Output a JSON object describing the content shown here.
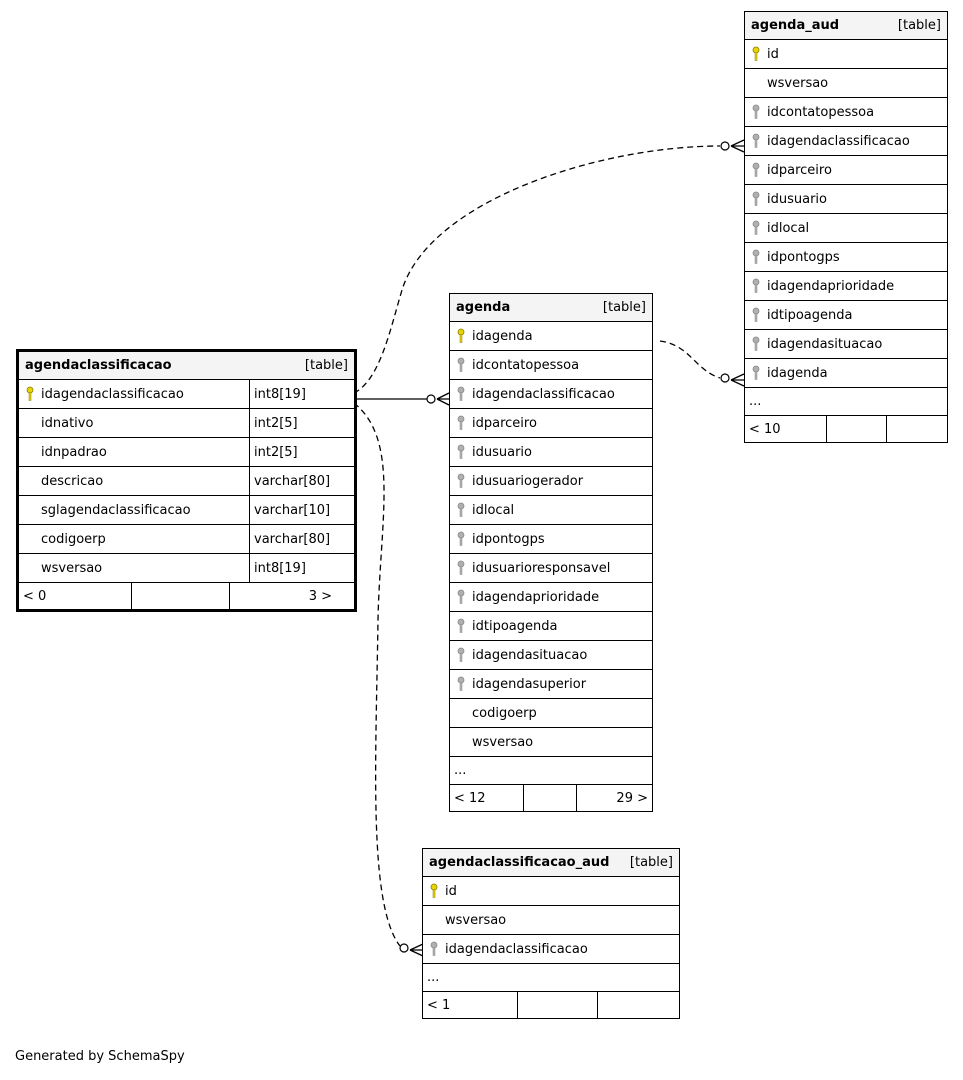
{
  "tables": {
    "agendaclassificacao": {
      "name": "agendaclassificacao",
      "type_label": "[table]",
      "columns": [
        {
          "name": "idagendaclassificacao",
          "type": "int8[19]",
          "key": "primary"
        },
        {
          "name": "idnativo",
          "type": "int2[5]",
          "key": "none"
        },
        {
          "name": "idnpadrao",
          "type": "int2[5]",
          "key": "none"
        },
        {
          "name": "descricao",
          "type": "varchar[80]",
          "key": "none"
        },
        {
          "name": "sglagendaclassificacao",
          "type": "varchar[10]",
          "key": "none"
        },
        {
          "name": "codigoerp",
          "type": "varchar[80]",
          "key": "none"
        },
        {
          "name": "wsversao",
          "type": "int8[19]",
          "key": "none"
        }
      ],
      "footer": [
        "< 0",
        "",
        "3 >"
      ]
    },
    "agenda": {
      "name": "agenda",
      "type_label": "[table]",
      "columns": [
        {
          "name": "idagenda",
          "key": "primary"
        },
        {
          "name": "idcontatopessoa",
          "key": "foreign"
        },
        {
          "name": "idagendaclassificacao",
          "key": "foreign"
        },
        {
          "name": "idparceiro",
          "key": "foreign"
        },
        {
          "name": "idusuario",
          "key": "foreign"
        },
        {
          "name": "idusuariogerador",
          "key": "foreign"
        },
        {
          "name": "idlocal",
          "key": "foreign"
        },
        {
          "name": "idpontogps",
          "key": "foreign"
        },
        {
          "name": "idusuarioresponsavel",
          "key": "foreign"
        },
        {
          "name": "idagendaprioridade",
          "key": "foreign"
        },
        {
          "name": "idtipoagenda",
          "key": "foreign"
        },
        {
          "name": "idagendasituacao",
          "key": "foreign"
        },
        {
          "name": "idagendasuperior",
          "key": "foreign"
        },
        {
          "name": "codigoerp",
          "key": "none"
        },
        {
          "name": "wsversao",
          "key": "none"
        }
      ],
      "ellipsis": "...",
      "footer": [
        "< 12",
        "",
        "29 >"
      ]
    },
    "agenda_aud": {
      "name": "agenda_aud",
      "type_label": "[table]",
      "columns": [
        {
          "name": "id",
          "key": "primary"
        },
        {
          "name": "wsversao",
          "key": "none"
        },
        {
          "name": "idcontatopessoa",
          "key": "foreign"
        },
        {
          "name": "idagendaclassificacao",
          "key": "foreign"
        },
        {
          "name": "idparceiro",
          "key": "foreign"
        },
        {
          "name": "idusuario",
          "key": "foreign"
        },
        {
          "name": "idlocal",
          "key": "foreign"
        },
        {
          "name": "idpontogps",
          "key": "foreign"
        },
        {
          "name": "idagendaprioridade",
          "key": "foreign"
        },
        {
          "name": "idtipoagenda",
          "key": "foreign"
        },
        {
          "name": "idagendasituacao",
          "key": "foreign"
        },
        {
          "name": "idagenda",
          "key": "foreign"
        }
      ],
      "ellipsis": "...",
      "footer": [
        "< 10",
        "",
        ""
      ]
    },
    "agendaclassificacao_aud": {
      "name": "agendaclassificacao_aud",
      "type_label": "[table]",
      "columns": [
        {
          "name": "id",
          "key": "primary"
        },
        {
          "name": "wsversao",
          "key": "none"
        },
        {
          "name": "idagendaclassificacao",
          "key": "foreign"
        }
      ],
      "ellipsis": "...",
      "footer": [
        "< 1",
        "",
        ""
      ]
    }
  },
  "colors": {
    "primary_key": "#e8d400",
    "foreign_key": "#b0b0b0",
    "header_bg": "#f4f4f4"
  },
  "footer_text": "Generated by SchemaSpy"
}
